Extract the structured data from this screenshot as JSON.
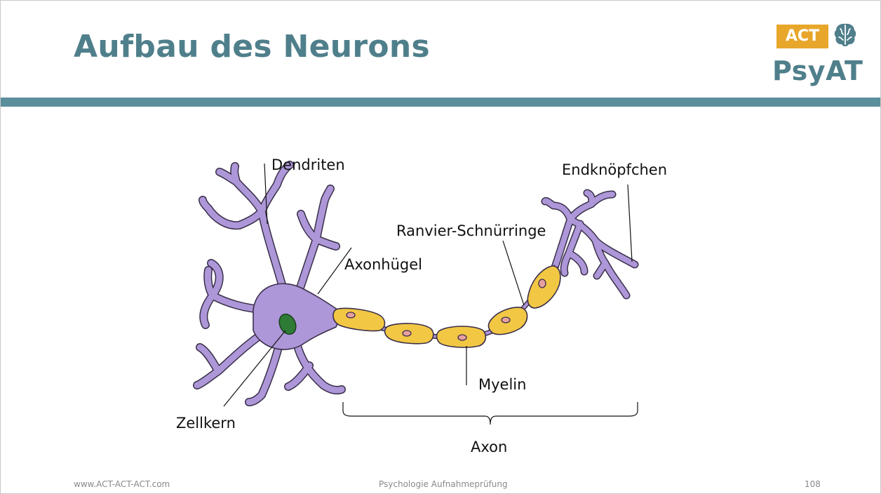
{
  "slide": {
    "title": "Aufbau des Neurons",
    "logo": {
      "badge": "ACT",
      "brand": "PsyAT",
      "icon": "brain-icon"
    },
    "colors": {
      "title": "#4f7f8b",
      "band": "#5b8f9b",
      "badge": "#e8a72b",
      "soma": "#ad97d8",
      "myelin": "#f2c744",
      "nucleus": "#2e7b35"
    }
  },
  "diagram": {
    "labels": {
      "dendriten": "Dendriten",
      "axonhuegel": "Axonhügel",
      "zellkern": "Zellkern",
      "ranvier": "Ranvier-Schnürringe",
      "endknoepfchen": "Endknöpfchen",
      "myelin": "Myelin",
      "axon": "Axon"
    }
  },
  "footer": {
    "website": "www.ACT-ACT-ACT.com",
    "course": "Psychologie Aufnahmeprüfung",
    "page": "108"
  }
}
